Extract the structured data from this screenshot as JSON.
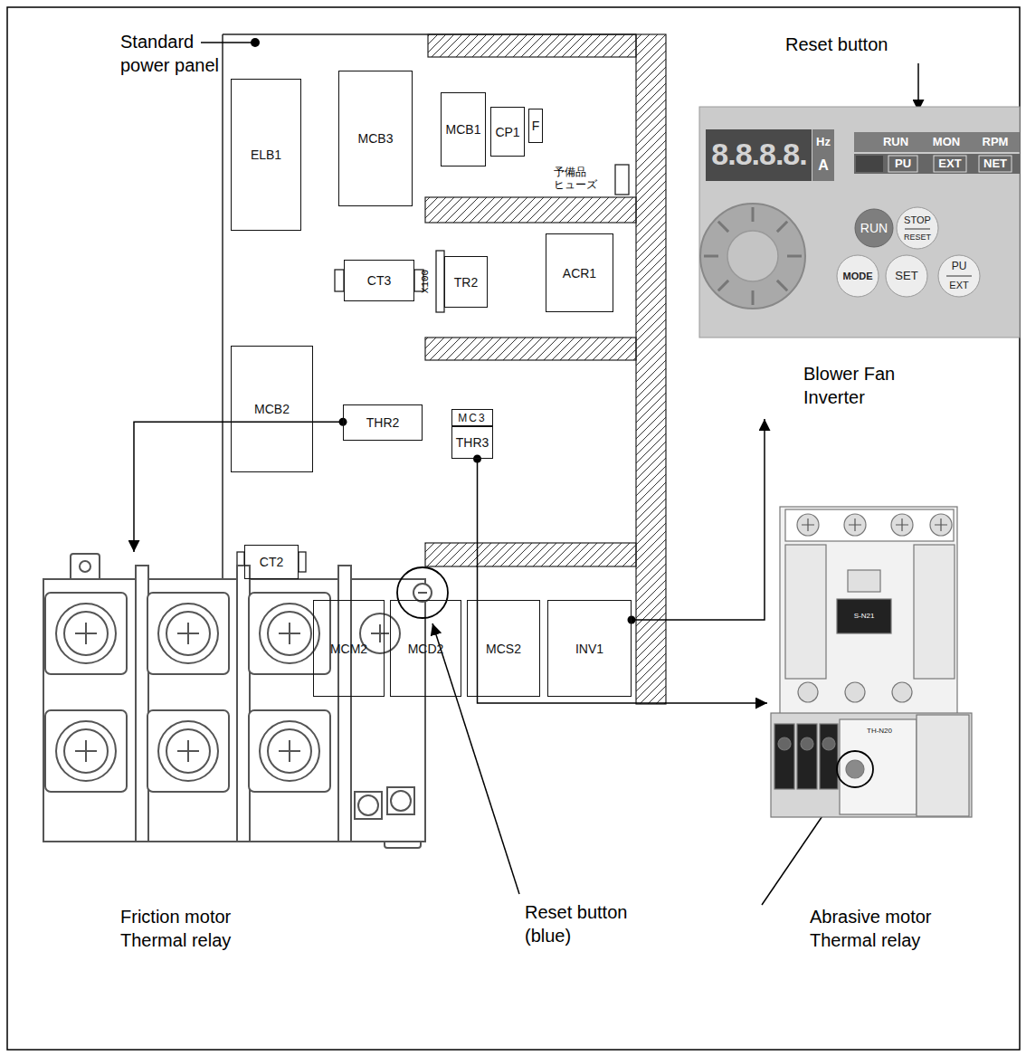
{
  "diagram": {
    "nodes": [
      {
        "text": [
          "ELB1"
        ]
      },
      {
        "text": [
          "MCB3"
        ]
      },
      {
        "text": [
          "MCB1"
        ]
      },
      {
        "text": [
          "CP1"
        ]
      },
      {
        "text": [
          "F"
        ]
      },
      {
        "text": [
          "CT3"
        ]
      },
      {
        "text": [
          "TR2"
        ]
      },
      {
        "text": [
          "ACR1"
        ]
      },
      {
        "text": [
          "MCB2"
        ]
      },
      {
        "text": [
          "THR2"
        ]
      },
      {
        "text": [
          "MC3"
        ]
      },
      {
        "text": [
          "THR3"
        ]
      },
      {
        "text": [
          "CT2"
        ]
      },
      {
        "text": [
          "MCM2"
        ]
      },
      {
        "text": [
          "MCD2"
        ]
      },
      {
        "text": [
          "MCS2"
        ]
      },
      {
        "text": [
          "INV1"
        ]
      },
      {
        "text": [
          "Blower Fan Inverter"
        ]
      },
      {
        "text": [
          "Friction motor Thermal relay"
        ]
      },
      {
        "text": [
          "Abrasive motor Thermal relay"
        ]
      }
    ],
    "edges": [
      {
        "from": 9,
        "to": 18,
        "arrow": "to"
      },
      {
        "from": 11,
        "to": 19,
        "arrow": "to"
      },
      {
        "from": 16,
        "to": 17,
        "arrow": "to"
      }
    ],
    "labels": [
      "Standard power panel",
      "予備品 ヒューズ",
      "X100",
      "Reset button",
      "8.8.8.8.",
      "Hz",
      "A",
      "RUN",
      "MON",
      "RPM",
      "PU",
      "EXT",
      "NET",
      "RUN",
      "STOP",
      "RESET",
      "MODE",
      "SET",
      "PU",
      "EXT",
      "S-N21",
      "TH-N20",
      "Reset button (blue)"
    ]
  }
}
